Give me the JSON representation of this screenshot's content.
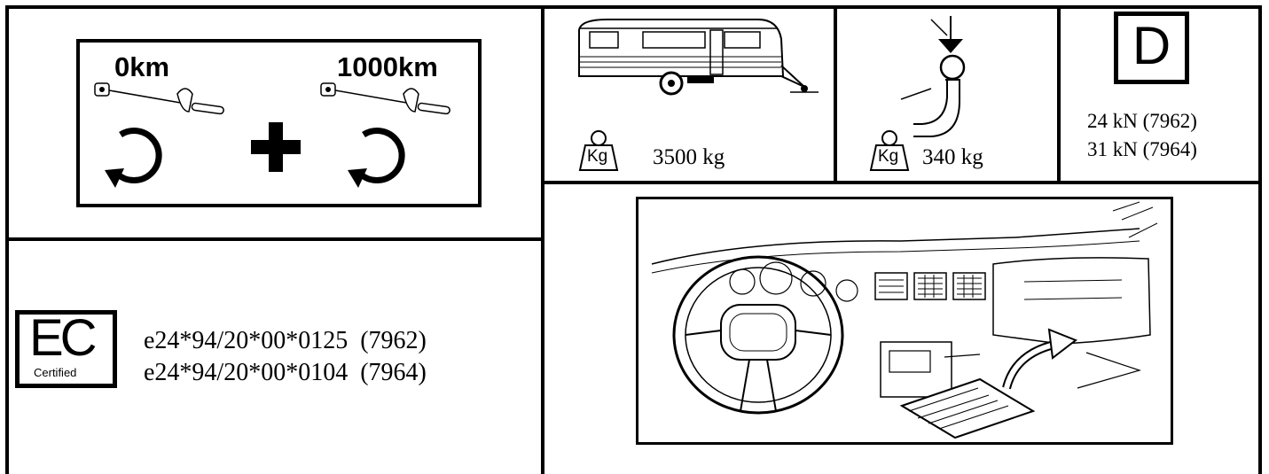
{
  "torque_panel": {
    "label_left": "0km",
    "label_right": "1000km",
    "plus_sign": "+"
  },
  "certification": {
    "badge_letters": "EC",
    "badge_caption": "Certified",
    "codes": [
      {
        "code": "e24*94/20*00*0125",
        "model": "(7962)"
      },
      {
        "code": "e24*94/20*00*0104",
        "model": "(7964)"
      }
    ]
  },
  "trailer_load": {
    "kg_label": "Kg",
    "value": "3500 kg"
  },
  "nose_load": {
    "kg_label": "Kg",
    "value": "340 kg"
  },
  "d_value": {
    "letter": "D",
    "lines": [
      "24 kN (7962)",
      "31 kN (7964)"
    ]
  }
}
